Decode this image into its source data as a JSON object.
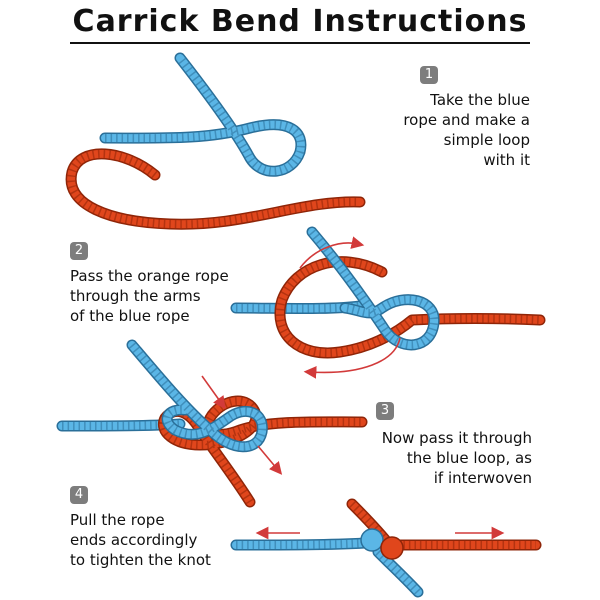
{
  "title": "Carrick Bend Instructions",
  "colors": {
    "blue_rope": "#5bb6e6",
    "blue_rope_edge": "#2a6f99",
    "orange_rope": "#e0461c",
    "orange_rope_edge": "#8f2508",
    "arrow": "#d23a3a"
  },
  "steps": [
    {
      "number": "1",
      "text": "Take the blue\nrope and make a\nsimple loop\nwith it"
    },
    {
      "number": "2",
      "text": "Pass the orange rope\nthrough the arms\nof the blue rope"
    },
    {
      "number": "3",
      "text": "Now pass it through\nthe blue loop, as\nif interwoven"
    },
    {
      "number": "4",
      "text": "Pull the rope\nends accordingly\nto tighten the knot"
    }
  ]
}
